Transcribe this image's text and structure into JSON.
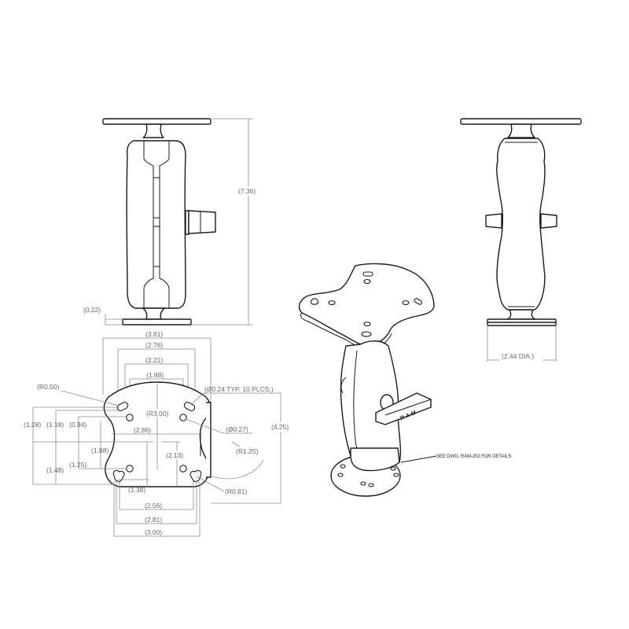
{
  "drawing": {
    "subject": "RAM ball mount with diamond base plate",
    "line_color": "#1a1a1a",
    "dimension_color": "#8a8a8a"
  },
  "views": {
    "side_view": {
      "dims": {
        "overall_height": "(7.36)",
        "base_thickness": "(0.22)"
      }
    },
    "end_view": {
      "dims": {
        "base_diameter": "(2.44 DIA.)"
      }
    },
    "plate_view": {
      "dims": {
        "width_outer": "(3.81)",
        "width_276": "(2.76)",
        "width_221": "(2.21)",
        "width_188": "(1.88)",
        "slot_radius": "(R0.50)",
        "hole_dia_typ": "(Ø0.24 TYP. 10 PLCS.)",
        "arc_radius": "(R3.00)",
        "hole_dia_027": "(Ø0.27)",
        "waist_width": "(2.86)",
        "overall_height": "(4.25)",
        "h_128": "(1.28)",
        "h_118": "(1.18)",
        "h_094": "(0.94)",
        "h_188": "(1.88)",
        "h_213": "(2.13)",
        "h_148": "(1.48)",
        "h_125": "(1.25)",
        "r_125": "(R1.25)",
        "w_138": "(1.38)",
        "r_081": "(R0.81)",
        "w_256": "(2.56)",
        "w_281": "(2.81)",
        "w_300": "(3.00)"
      }
    },
    "iso_view": {
      "callout": "SEE DWG. RAM-202 FOR DETAILS",
      "knob_logo": "R-A-M"
    }
  }
}
